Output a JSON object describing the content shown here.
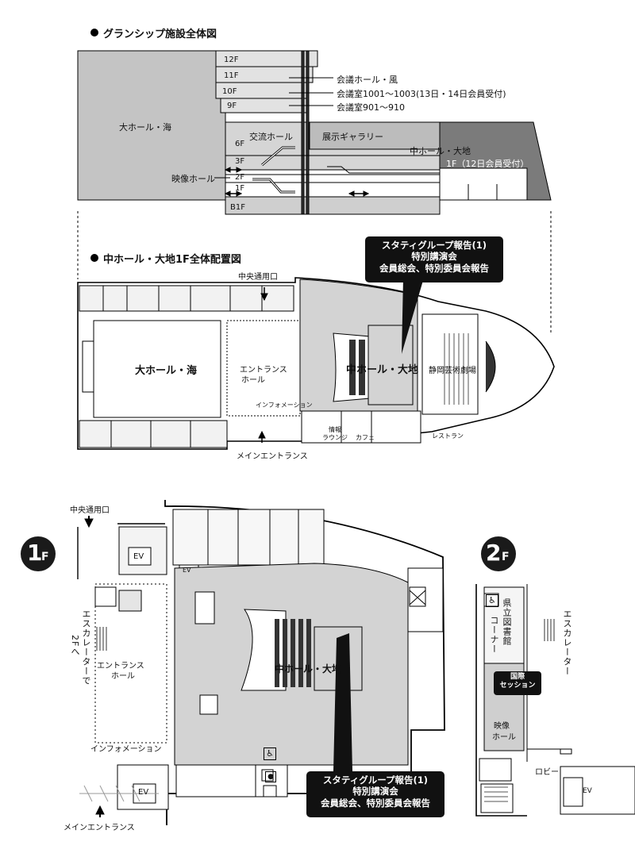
{
  "overview": {
    "title": "グランシップ施設全体図",
    "floors": [
      "12F",
      "11F",
      "10F",
      "9F",
      "6F",
      "3F",
      "2F",
      "1F",
      "B1F"
    ],
    "big_hall": "大ホール・海",
    "exchange_hall": "交流ホール",
    "gallery": "展示ギャラリー",
    "mid_hall": "中ホール・大地",
    "mid_hall_note": "1F（12日会員受付）",
    "video_hall": "映像ホール",
    "callouts": [
      "会議ホール・風",
      "会議室1001～1003(13日・14日会員受付)",
      "会議室901～910"
    ]
  },
  "layout_1f": {
    "title": "中ホール・大地1F全体配置図",
    "central_entrance": "中央通用口",
    "big_hall": "大ホール・海",
    "entrance_hall": "エントランスホール",
    "entrance_hall_l1": "エントランス",
    "entrance_hall_l2": "ホール",
    "information": "インフォメーション",
    "mid_hall": "中ホール・大地",
    "theater": "静岡芸術劇場",
    "info_lounge_l1": "情報",
    "info_lounge_l2": "ラウンジ",
    "cafe": "カフェ",
    "restaurant": "レストラン",
    "main_entrance": "メインエントランス",
    "callout": [
      "スタティグループ報告(1)",
      "特別講演会",
      "会員総会、特別委員会報告"
    ]
  },
  "detail_1f": {
    "badge_num": "1",
    "badge_unit": "F",
    "central_entrance": "中央通用口",
    "ev": "EV",
    "escalator_note": "エスカレーターで",
    "escalator_note2": "2Fへ",
    "entrance_hall_l1": "エントランス",
    "entrance_hall_l2": "ホール",
    "mid_hall": "中ホール・大地",
    "information": "インフォメーション",
    "main_entrance": "メインエントランス",
    "callout": [
      "スタティグループ報告(1)",
      "特別講演会",
      "会員総会、特別委員会報告"
    ]
  },
  "detail_2f": {
    "badge_num": "2",
    "badge_unit": "F",
    "library": "県立図書館",
    "library_corner": "コーナー",
    "escalator": "エスカレーター",
    "intl_session_l1": "国際",
    "intl_session_l2": "セッション",
    "video_hall_l1": "映像",
    "video_hall_l2": "ホール",
    "lobby": "ロビー",
    "ev": "EV"
  },
  "colors": {
    "dark_fill": "#808080",
    "mid_fill": "#bdbdbd",
    "light_fill": "#dcdcdc",
    "floor_fill": "#d2d2d2",
    "callout": "#111111"
  }
}
